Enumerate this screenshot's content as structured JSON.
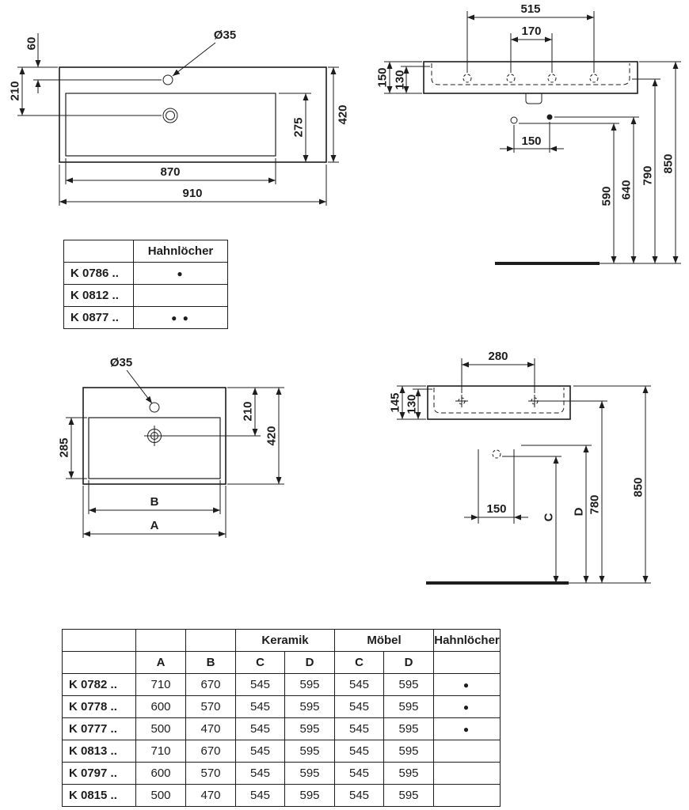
{
  "colors": {
    "line": "#1d1d1d",
    "text": "#1d1d1d",
    "background": "#ffffff"
  },
  "drawing1": {
    "d60": "60",
    "d210": "210",
    "dia35": "Ø35",
    "d275": "275",
    "d420": "420",
    "d870": "870",
    "d910": "910"
  },
  "drawing2": {
    "d515": "515",
    "d170": "170",
    "d150_height": "150",
    "d130": "130",
    "d150_bolts": "150",
    "d590": "590",
    "d640": "640",
    "d790": "790",
    "d850": "850"
  },
  "table1": {
    "col_header": "Hahnlöcher",
    "rows": [
      {
        "code": "K 0786 ..",
        "holes": "●"
      },
      {
        "code": "K 0812 ..",
        "holes": ""
      },
      {
        "code": "K 0877 ..",
        "holes": "● ●"
      }
    ]
  },
  "drawing3": {
    "dia35": "Ø35",
    "d210": "210",
    "d420": "420",
    "d285": "285",
    "dB": "B",
    "dA": "A"
  },
  "drawing4": {
    "d280": "280",
    "d145": "145",
    "d130": "130",
    "d150": "150",
    "dC": "C",
    "dD": "D",
    "d780": "780",
    "d850": "850"
  },
  "table2": {
    "group_keramik": "Keramik",
    "group_moebel": "Möbel",
    "group_hahnloecher": "Hahnlöcher",
    "cols": {
      "A": "A",
      "B": "B",
      "C1": "C",
      "D1": "D",
      "C2": "C",
      "D2": "D"
    },
    "rows": [
      {
        "code": "K 0782 ..",
        "a": "710",
        "b": "670",
        "kc": "545",
        "kd": "595",
        "mc": "545",
        "md": "595",
        "holes": "●"
      },
      {
        "code": "K 0778 ..",
        "a": "600",
        "b": "570",
        "kc": "545",
        "kd": "595",
        "mc": "545",
        "md": "595",
        "holes": "●"
      },
      {
        "code": "K 0777 ..",
        "a": "500",
        "b": "470",
        "kc": "545",
        "kd": "595",
        "mc": "545",
        "md": "595",
        "holes": "●"
      },
      {
        "code": "K 0813 ..",
        "a": "710",
        "b": "670",
        "kc": "545",
        "kd": "595",
        "mc": "545",
        "md": "595",
        "holes": ""
      },
      {
        "code": "K 0797 ..",
        "a": "600",
        "b": "570",
        "kc": "545",
        "kd": "595",
        "mc": "545",
        "md": "595",
        "holes": ""
      },
      {
        "code": "K 0815 ..",
        "a": "500",
        "b": "470",
        "kc": "545",
        "kd": "595",
        "mc": "545",
        "md": "595",
        "holes": ""
      }
    ]
  }
}
